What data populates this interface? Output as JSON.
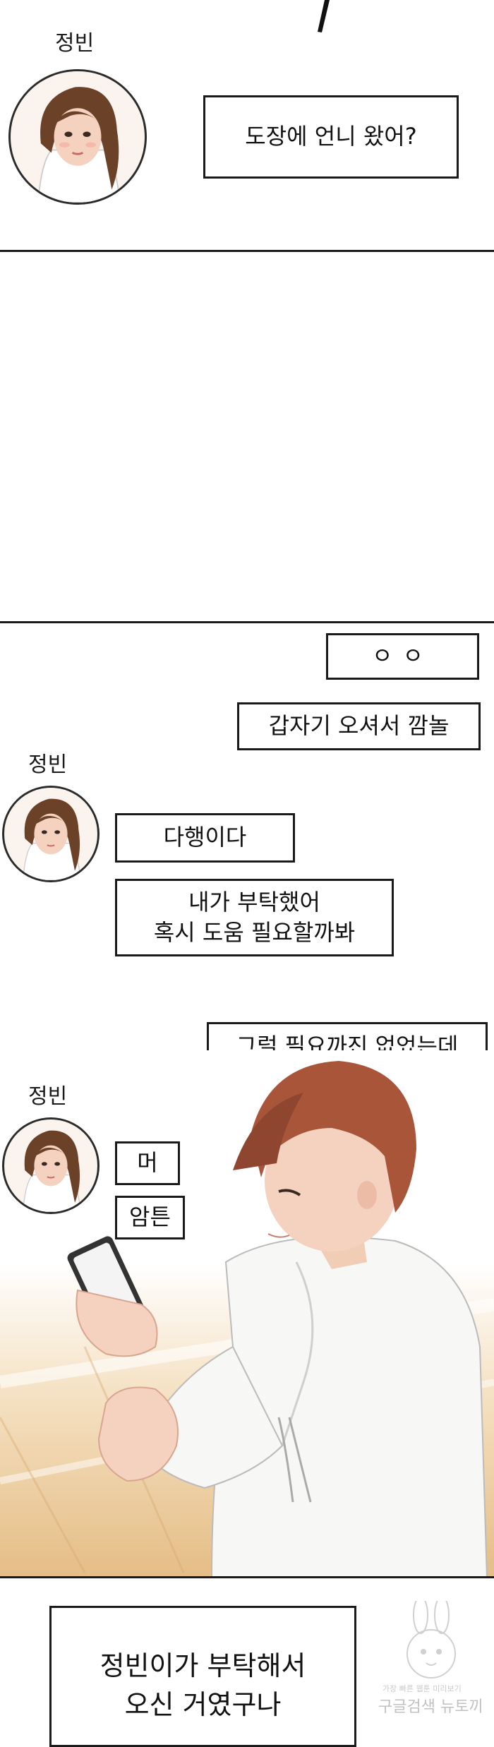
{
  "panel1": {
    "speaker": "정빈",
    "bubble": "도장에 언니 왔어?"
  },
  "panel3": {
    "bubble_right_1": "ㅇㅇ",
    "bubble_right_2": "갑자기 오셔서 깜놀",
    "speaker": "정빈",
    "bubble_left_1": "다행이다",
    "bubble_left_2": "내가 부탁했어\n혹시 도움 필요할까봐"
  },
  "panel4": {
    "bubble_right": "그럴 필요까진 없었는데",
    "speaker": "정빈",
    "bubble_left_1": "머",
    "bubble_left_2": "암튼"
  },
  "panel5": {
    "caption": "정빈이가 부탁해서\n오신 거였구나"
  },
  "watermark": {
    "line_small": "가장 빠른 웹툰 미리보기",
    "line_main": "구글검색 뉴토끼"
  },
  "colors": {
    "line": "#1a1a1a",
    "floor": "#e9c48e",
    "hair_boy": "#a9553a",
    "hair_girl": "#6b4128",
    "robe": "#f7f7f5",
    "skin": "#f5d2c0"
  }
}
